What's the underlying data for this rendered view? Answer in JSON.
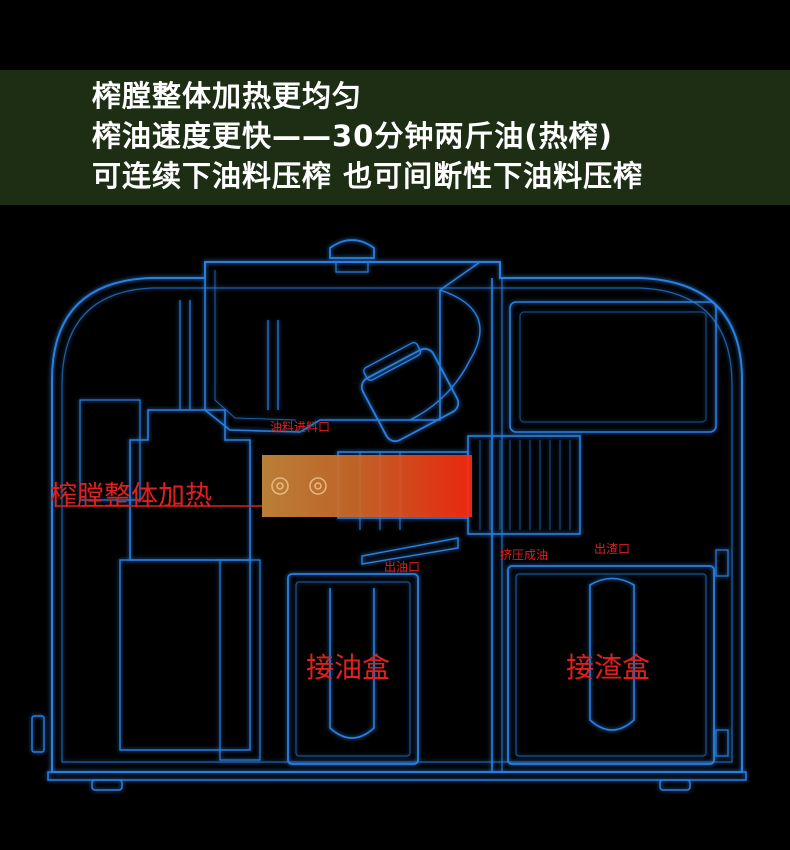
{
  "banner": {
    "line1": "榨膛整体加热更均匀",
    "line2": "榨油速度更快——30分钟两斤油(热榨)",
    "line3": "可连续下油料压榨  也可间断性下油料压榨"
  },
  "labels": {
    "feed_inlet": "油料进料口",
    "chamber_heating": "榨膛整体加热",
    "oil_outlet": "出油口",
    "press_oil": "挤压成油",
    "residue_outlet": "出渣口",
    "oil_box": "接油盒",
    "residue_box": "接渣盒"
  },
  "colors": {
    "background": "#000000",
    "banner_bg": "#1d2e14",
    "outline": "#2a7fe0",
    "label_red": "#e0201d",
    "heat_glow": "#ff3a1a"
  }
}
